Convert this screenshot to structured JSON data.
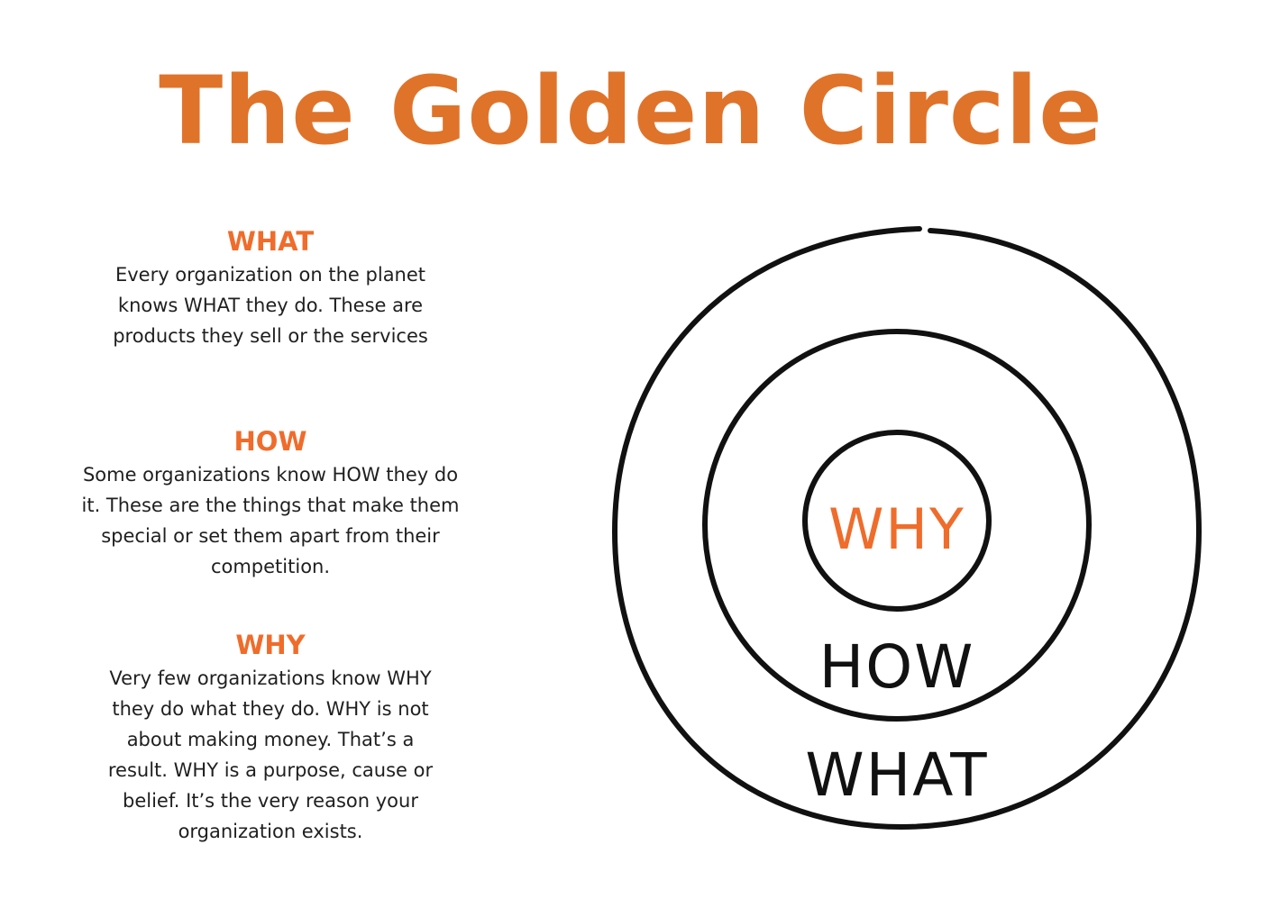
{
  "title": "The Golden Circle",
  "colors": {
    "title": "#e0732a",
    "accent": "#ef6c2b",
    "text": "#1f1f1f",
    "stroke": "#111111"
  },
  "sections": [
    {
      "heading": "WHAT",
      "body": "Every organization on the planet knows WHAT they do. These are products they sell or the services"
    },
    {
      "heading": "HOW",
      "body": "Some organizations know HOW they do it. These are the things that make them special or set them apart from their competition."
    },
    {
      "heading": "WHY",
      "body": "Very few organizations know WHY they do what they do. WHY is not about making money. That’s a result. WHY is a purpose, cause or belief. It’s the very reason your organization exists."
    }
  ],
  "diagram": {
    "inner_label": "WHY",
    "middle_label": "HOW",
    "outer_label": "WHAT"
  }
}
